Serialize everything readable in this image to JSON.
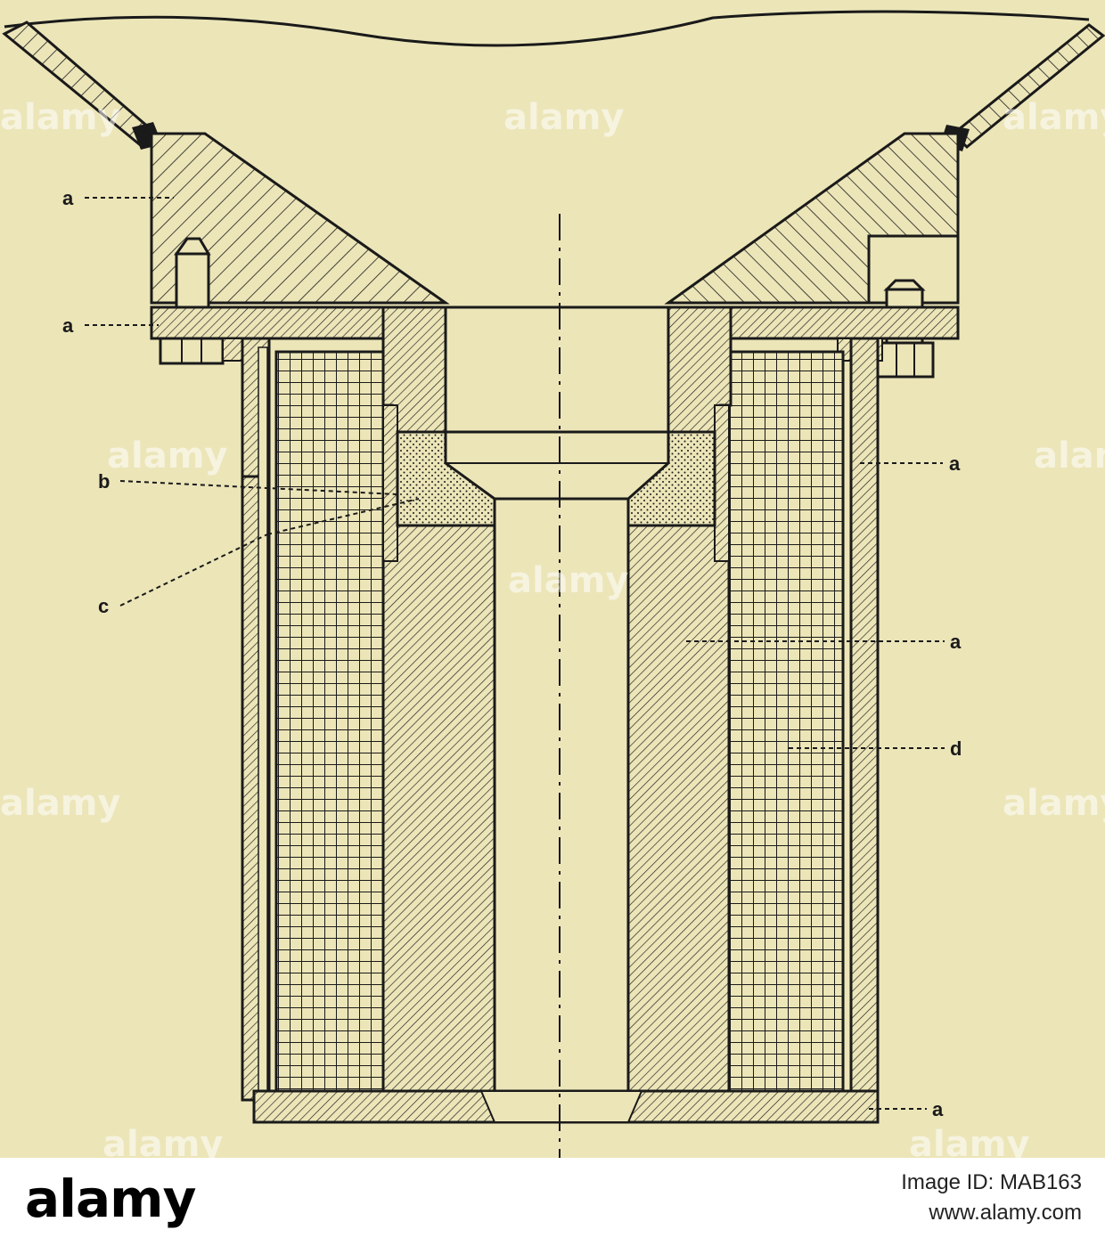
{
  "diagram": {
    "labels": {
      "a_top": "a",
      "a_flange": "a",
      "a_right_outer": "a",
      "b": "b",
      "c": "c",
      "a_core": "a",
      "d": "d",
      "a_bottom": "a"
    },
    "watermark": "alamy"
  },
  "footer": {
    "logo": "alamy",
    "image_id": "Image ID: MAB163",
    "url": "www.alamy.com"
  }
}
